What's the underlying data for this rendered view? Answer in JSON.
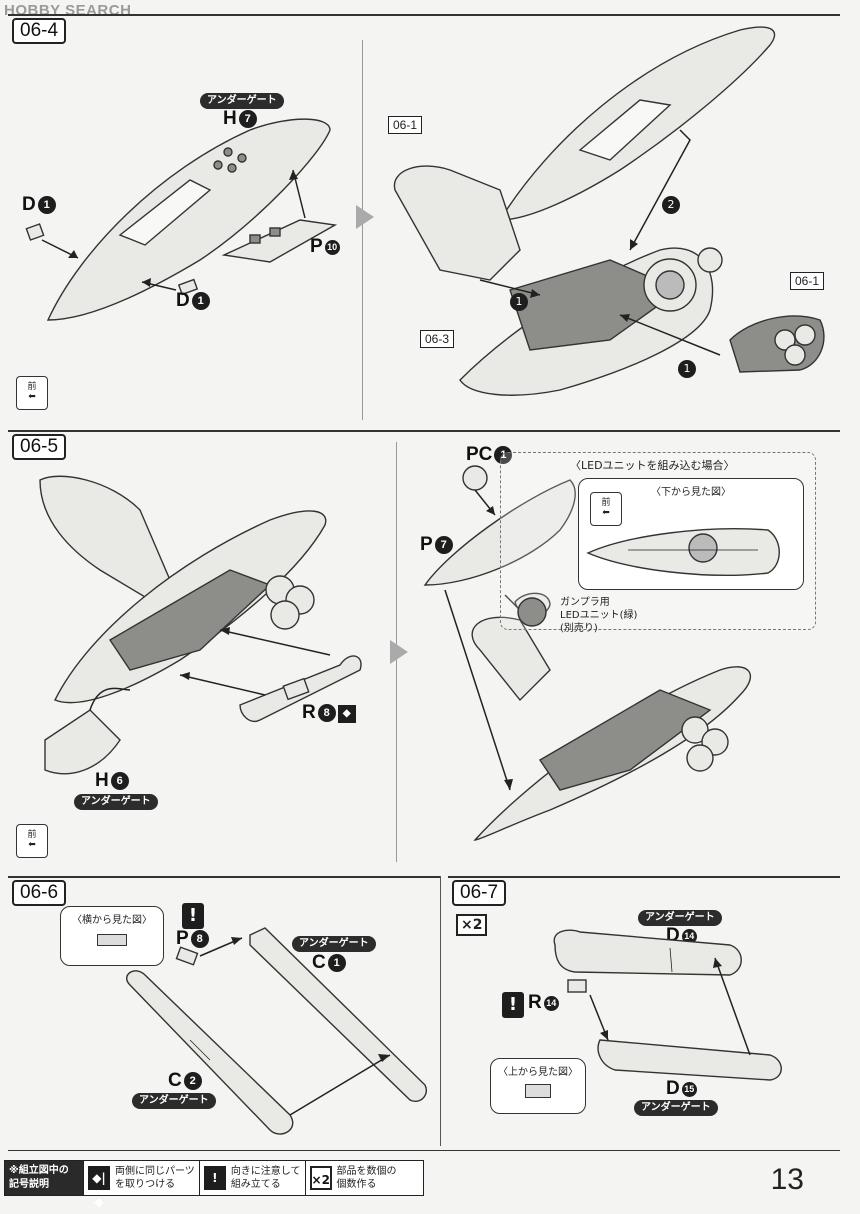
{
  "watermark": "HOBBY SEARCH",
  "page_number": "13",
  "steps": {
    "s064": {
      "label": "06-4",
      "gate": "アンダーゲート",
      "h7": "H",
      "h7n": "7",
      "d1a": "D",
      "d1an": "1",
      "d1b": "D",
      "d1bn": "1",
      "p10": "P",
      "p10n": "10",
      "ref1": "06-1",
      "ref2": "06-1",
      "ref3": "06-3",
      "front": "前",
      "n1": "1",
      "n2": "2",
      "n3": "1"
    },
    "s065": {
      "label": "06-5",
      "pc1": "PC",
      "pc1n": "1",
      "p7": "P",
      "p7n": "7",
      "r8": "R",
      "r8n": "8",
      "h6": "H",
      "h6n": "6",
      "gate": "アンダーゲート",
      "led_title": "〈LEDユニットを組み込む場合〉",
      "under_view": "〈下から見た図〉",
      "front": "前",
      "front2": "前",
      "led_line1": "ガンプラ用",
      "led_line2": "LEDユニット(緑)",
      "led_line3": "(別売り)"
    },
    "s066": {
      "label": "06-6",
      "side_view": "〈横から見た図〉",
      "p8": "P",
      "p8n": "8",
      "c1": "C",
      "c1n": "1",
      "c2": "C",
      "c2n": "2",
      "gate1": "アンダーゲート",
      "gate2": "アンダーゲート",
      "warn": "!"
    },
    "s067": {
      "label": "06-7",
      "times": "×2",
      "d14": "D",
      "d14n": "14",
      "d15": "D",
      "d15n": "15",
      "r14": "R",
      "r14n": "14",
      "gate1": "アンダーゲート",
      "gate2": "アンダーゲート",
      "top_view": "〈上から見た図〉",
      "warn": "!"
    }
  },
  "legend": {
    "head1": "※組立図中の",
    "head2": "記号説明",
    "items": [
      {
        "icon": "◆|◆",
        "line1": "両側に同じパーツ",
        "line2": "を取りつける"
      },
      {
        "icon": "!",
        "line1": "向きに注意して",
        "line2": "組み立てる"
      },
      {
        "icon": "×2",
        "line1": "部品を数個の",
        "line2": "個数作る"
      }
    ]
  }
}
